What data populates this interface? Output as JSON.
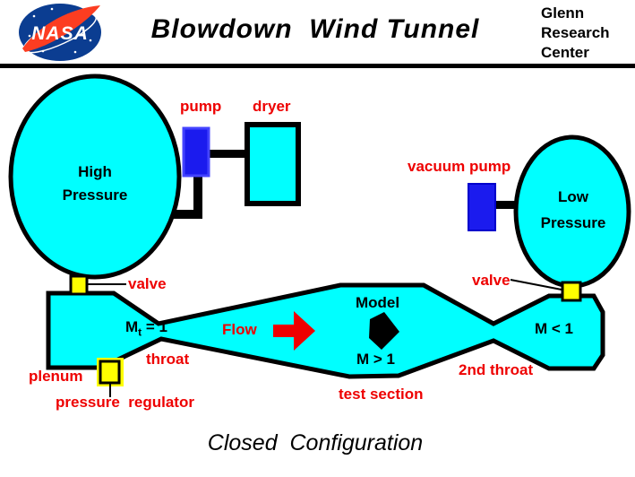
{
  "header": {
    "title": "Blowdown  Wind Tunnel",
    "org_lines": "Glenn\nResearch\nCenter",
    "logo_text": "NASA"
  },
  "vessels": {
    "high_pressure": "High\nPressure",
    "low_pressure": "Low\nPressure"
  },
  "labels": {
    "pump": "pump",
    "dryer": "dryer",
    "vacuum_pump": "vacuum pump",
    "valve_left": "valve",
    "valve_right": "valve",
    "plenum": "plenum",
    "throat": "throat",
    "pressure_regulator": "pressure  regulator",
    "flow": "Flow",
    "second_throat": "2nd throat",
    "test_section": "test section",
    "model": "Model"
  },
  "mach": {
    "throat_prefix": "M",
    "throat_sub": "t",
    "throat_rest": " = 1",
    "test_section": "M > 1",
    "diffuser": "M < 1"
  },
  "caption": "Closed  Configuration",
  "colors": {
    "duct_fill": "#00FFFF",
    "pump_fill": "#1B1BEE",
    "valve_fill": "#FFFF00",
    "label_red": "#EE0000",
    "flow_arrow": "#EE0000",
    "model_fill": "#000000",
    "outline": "#000000",
    "nasa_blue": "#0B3D91",
    "nasa_red": "#FC3D21"
  }
}
